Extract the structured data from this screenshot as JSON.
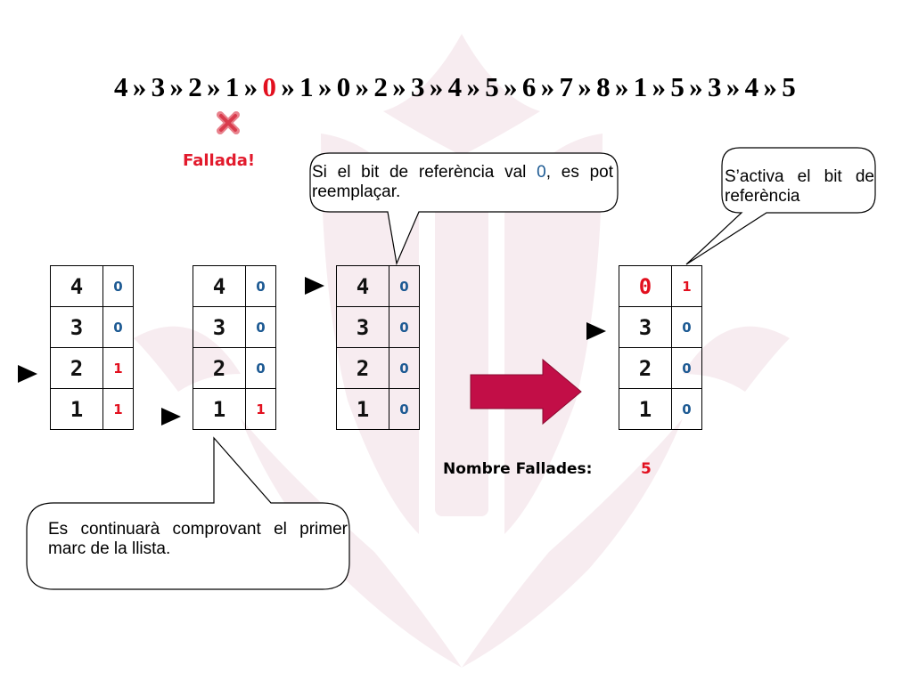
{
  "reference_string": [
    "4",
    "3",
    "2",
    "1",
    "0",
    "1",
    "0",
    "2",
    "3",
    "4",
    "5",
    "6",
    "7",
    "8",
    "1",
    "5",
    "3",
    "4",
    "5"
  ],
  "reference_separator": "»",
  "highlight_index": 4,
  "fault_label": "Fallada!",
  "frame_tables": [
    {
      "rows": [
        {
          "page": "4",
          "bit": "0"
        },
        {
          "page": "3",
          "bit": "0"
        },
        {
          "page": "2",
          "bit": "1"
        },
        {
          "page": "1",
          "bit": "1"
        }
      ],
      "pointer_row": 2
    },
    {
      "rows": [
        {
          "page": "4",
          "bit": "0"
        },
        {
          "page": "3",
          "bit": "0"
        },
        {
          "page": "2",
          "bit": "0"
        },
        {
          "page": "1",
          "bit": "1"
        }
      ],
      "pointer_row": 3
    },
    {
      "rows": [
        {
          "page": "4",
          "bit": "0"
        },
        {
          "page": "3",
          "bit": "0"
        },
        {
          "page": "2",
          "bit": "0"
        },
        {
          "page": "1",
          "bit": "0"
        }
      ],
      "pointer_row": 0
    },
    {
      "rows": [
        {
          "page": "0",
          "bit": "1"
        },
        {
          "page": "3",
          "bit": "0"
        },
        {
          "page": "2",
          "bit": "0"
        },
        {
          "page": "1",
          "bit": "0"
        }
      ],
      "pointer_row": 1,
      "highlight_row": 0
    }
  ],
  "callouts": {
    "replace": {
      "before": "Si el bit de referència val ",
      "value": "0",
      "after": ", es pot reemplaçar."
    },
    "activate": "S’activa el bit de referència",
    "continue": "Es continuarà comprovant el primer marc de la llista."
  },
  "faults": {
    "label": "Nombre Fallades:",
    "value": "5"
  },
  "colors": {
    "fault_red": "#e2101f",
    "zero_bit_blue": "#1d5a93",
    "arrow_fill": "#c20e47",
    "watermark": "#f7ecf0"
  }
}
